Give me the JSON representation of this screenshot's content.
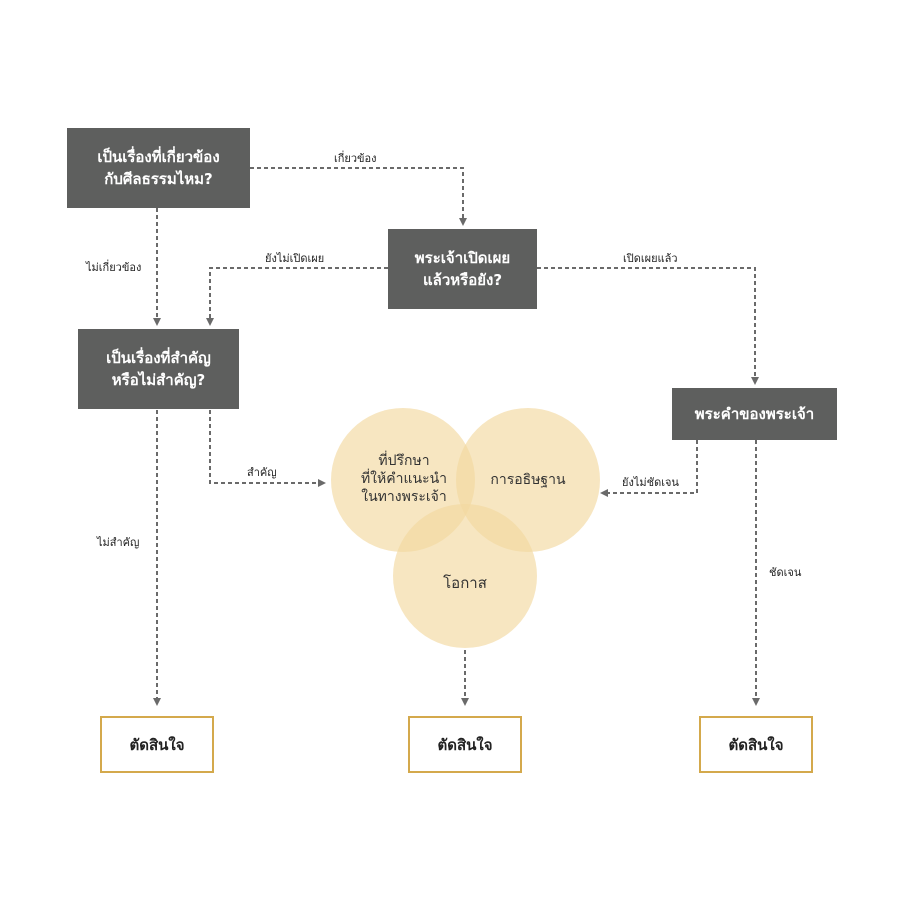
{
  "boxes": {
    "ethics": {
      "line1": "เป็นเรื่องที่เกี่ยวข้อง",
      "line2": "กับศีลธรรมไหม?"
    },
    "revealed": {
      "line1": "พระเจ้าเปิดเผย",
      "line2": "แล้วหรือยัง?"
    },
    "important": {
      "line1": "เป็นเรื่องที่สำคัญ",
      "line2": "หรือไม่สำคัญ?"
    },
    "word": {
      "line1": "พระคำของพระเจ้า"
    }
  },
  "circles": {
    "counsel": {
      "lines": [
        "ที่ปรึกษา",
        "ที่ให้คำแนะนำ",
        "ในทางพระเจ้า"
      ]
    },
    "prayer": {
      "label": "การอธิษฐาน"
    },
    "opportunity": {
      "label": "โอกาส"
    }
  },
  "outcomes": {
    "left": "ตัดสินใจ",
    "center": "ตัดสินใจ",
    "right": "ตัดสินใจ"
  },
  "edge_labels": {
    "related": "เกี่ยวข้อง",
    "not_related": "ไม่เกี่ยวข้อง",
    "not_revealed": "ยังไม่เปิดเผย",
    "revealed": "เปิดเผยแล้ว",
    "important": "สำคัญ",
    "not_important": "ไม่สำคัญ",
    "not_clear": "ยังไม่ชัดเจน",
    "clear": "ชัดเจน"
  },
  "colors": {
    "box_fill": "#5e5f5e",
    "circle_fill": "#f3d9a0",
    "outcome_border": "#d4a94c",
    "arrow": "#6a6a6a"
  }
}
